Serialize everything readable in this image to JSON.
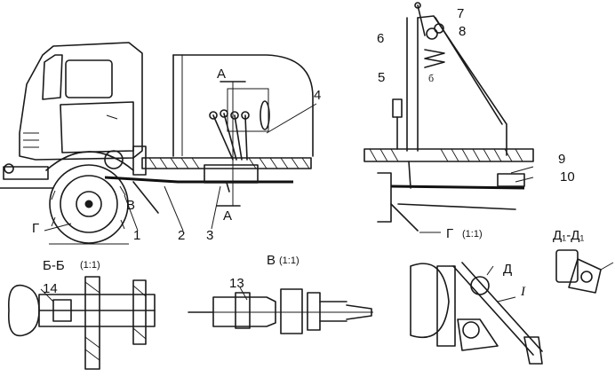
{
  "labels": {
    "n1": "1",
    "n2": "2",
    "n3": "3",
    "n4": "4",
    "n5": "5",
    "n6": "6",
    "n7": "7",
    "n8": "8",
    "n9": "9",
    "n10": "10",
    "n13": "13",
    "n14": "14",
    "A_top": "A",
    "A_bottom": "A",
    "B_mark": "B",
    "G_mark": "Г",
    "section_BB": "Б-Б",
    "section_BB_scale": "(1:1)",
    "view_V": "В",
    "view_V_scale": "(1:1)",
    "view_G": "Г",
    "view_G_scale": "(1:1)",
    "section_DD": "Д₁-Д₁",
    "mark_D": "Д",
    "mark_I": "I"
  }
}
